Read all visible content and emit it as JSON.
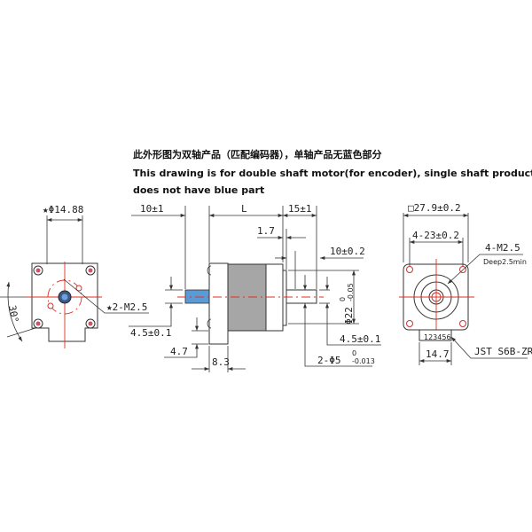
{
  "header": {
    "chinese_note": "此外形图为双轴产品（匹配编码器），单轴产品无蓝色部分",
    "english_note_line1": "This drawing is for double shaft motor(for encoder), single shaft product",
    "english_note_line2": "does not have blue part"
  },
  "front_view": {
    "diameter_label": "★Φ14.88",
    "holes_label": "★2-M2.5",
    "angle_label": "30°"
  },
  "side_view": {
    "rear_shaft_length": "10±1",
    "body_length": "L",
    "front_shaft_length": "15±1",
    "boss_height": "1.7",
    "flat_length": "10±0.2",
    "boss_diameter": "Φ22",
    "boss_diameter_tol_upper": "0",
    "boss_diameter_tol_lower": "-0.05",
    "rear_flat": "4.5±0.1",
    "plate_offset": "4.7",
    "plate_thickness": "8.3",
    "front_flat": "4.5±0.1",
    "shaft_diameter": "2-Φ5",
    "shaft_diameter_tol_upper": "0",
    "shaft_diameter_tol_lower": "-0.013",
    "colors": {
      "blue_part": "#5b9bd5",
      "body": "#a6a6a6",
      "centerline": "#e03020"
    }
  },
  "rear_view": {
    "square_size": "□27.9±0.2",
    "hole_spacing": "4-23±0.2",
    "holes_label": "4-M2.5",
    "holes_depth": "Deep2.5min",
    "connector_width": "14.7",
    "connector_label": "JST S6B-ZR",
    "pin_numbers": "123456"
  }
}
